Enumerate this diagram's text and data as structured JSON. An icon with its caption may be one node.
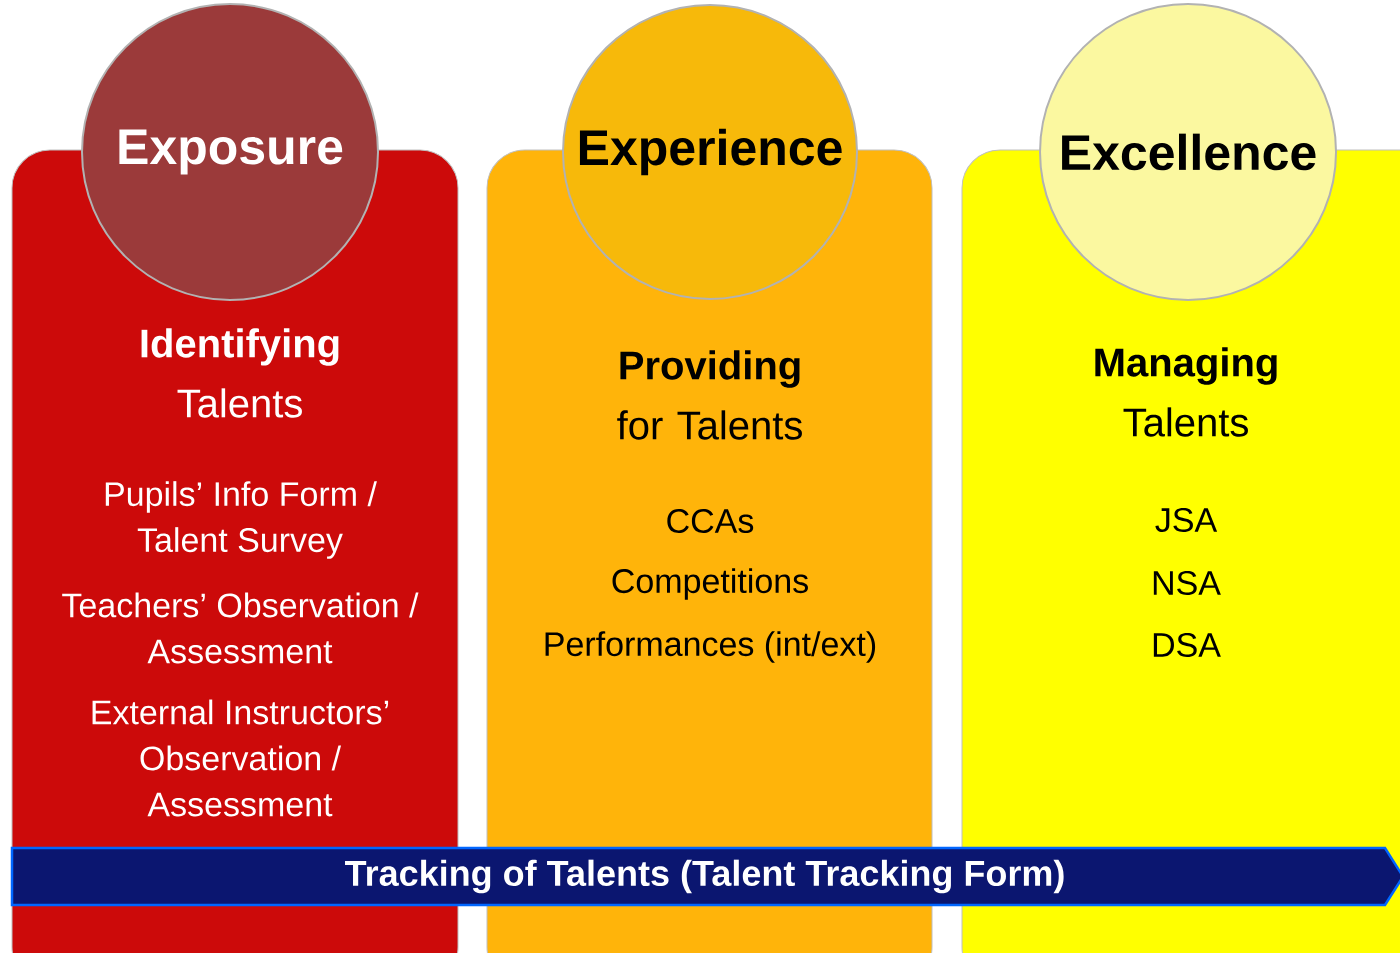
{
  "diagram": {
    "nodes": [
      {
        "text": [
          "Exposure"
        ]
      },
      {
        "text": [
          "**Identifying** Talents",
          "Pupils’ Info Form / Talent Survey",
          "Teachers’ Observation / Assessment",
          "External Instructors’ Observation / Assessment"
        ]
      },
      {
        "text": [
          "Experience"
        ]
      },
      {
        "text": [
          "**Providing** for Talents",
          "CCAs",
          "Competitions",
          "Performances (int/ext)"
        ]
      },
      {
        "text": [
          "Excellence"
        ]
      },
      {
        "text": [
          "**Managing** Talents",
          "JSA",
          "NSA",
          "DSA"
        ]
      },
      {
        "text": [
          "Tracking of Talents (Talent Tracking Form)"
        ]
      }
    ]
  }
}
